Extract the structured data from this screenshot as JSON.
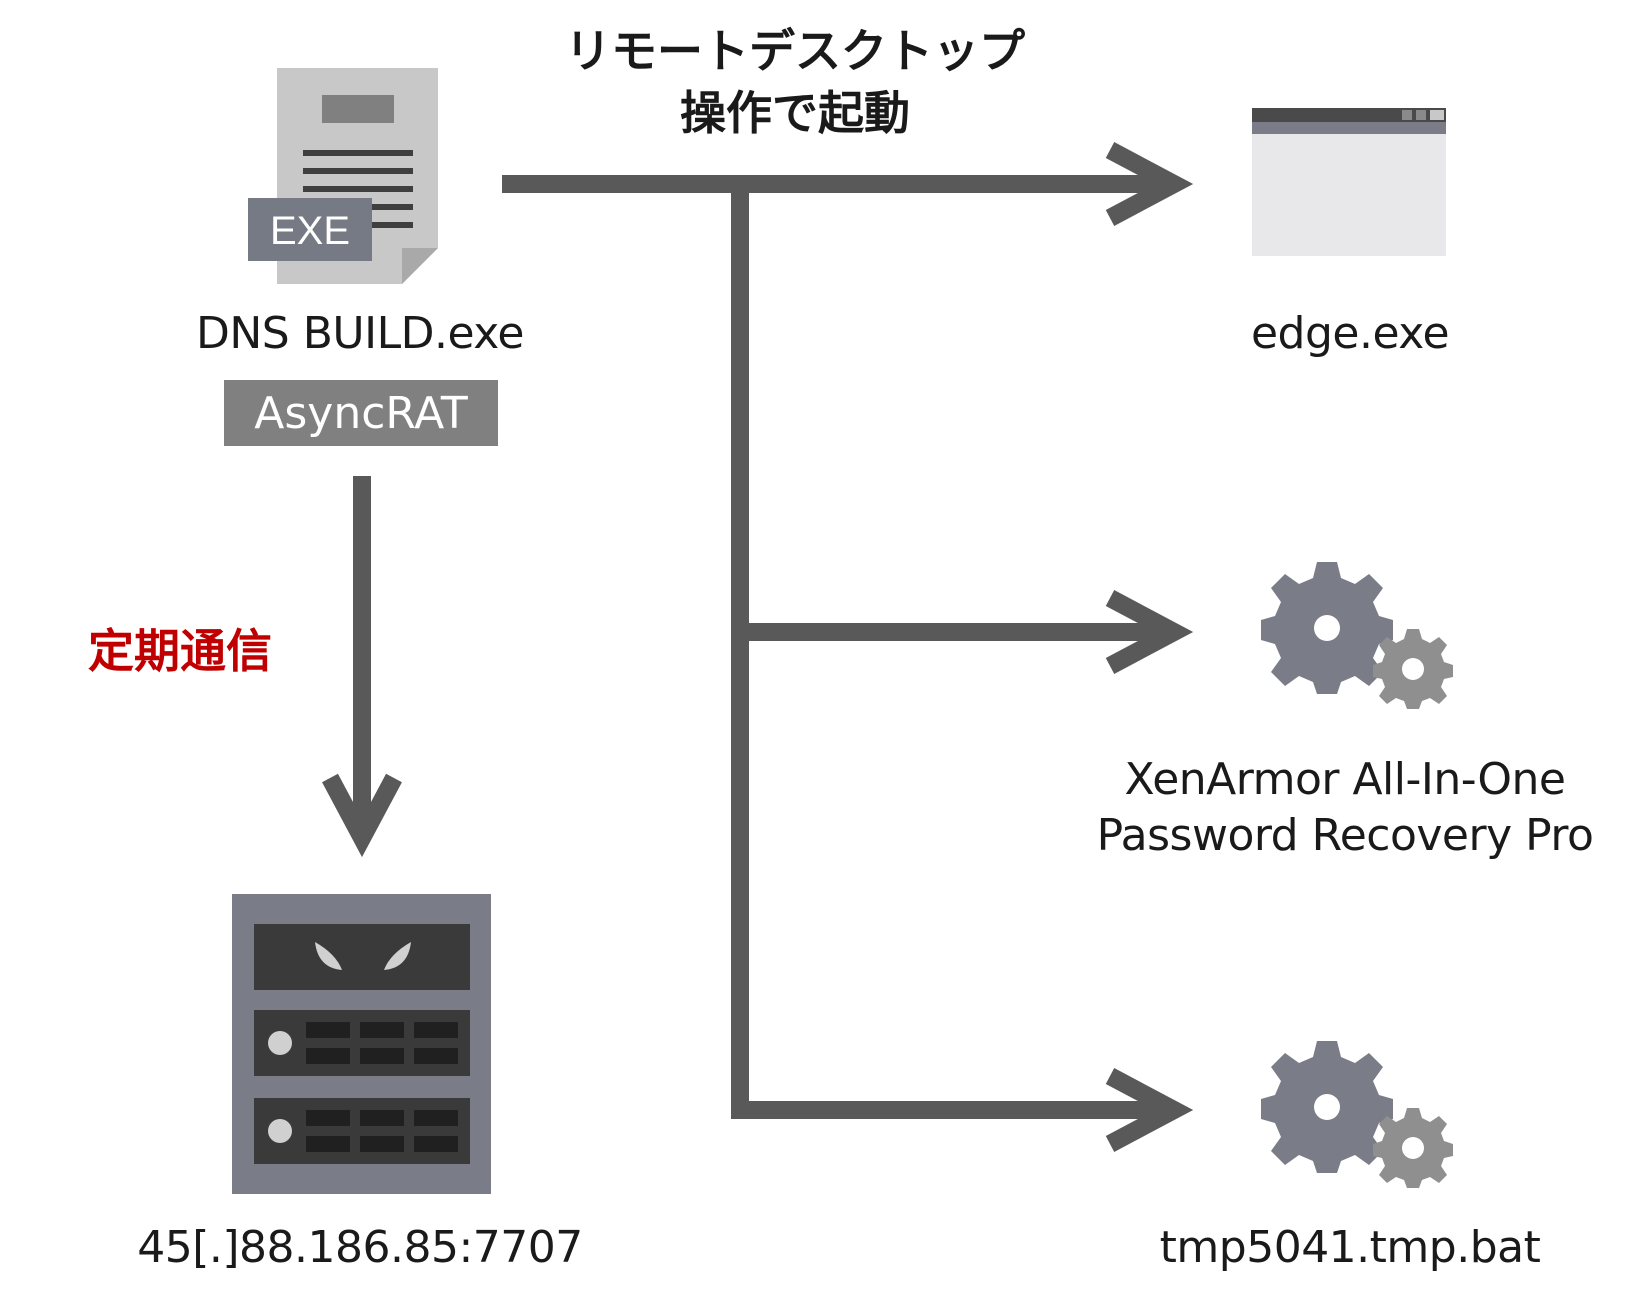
{
  "source": {
    "file_badge": "EXE",
    "name": "DNS BUILD.exe",
    "malware_family": "AsyncRAT"
  },
  "connection_label": "定期通信",
  "c2_server": {
    "address": "45[.]88.186.85:7707"
  },
  "launch_label": {
    "line1": "リモートデスクトップ",
    "line2": "操作で起動"
  },
  "targets": [
    {
      "name": "edge.exe",
      "icon": "browser-window-icon"
    },
    {
      "name_line1": "XenArmor All-In-One",
      "name_line2": "Password Recovery Pro",
      "icon": "gears-icon"
    },
    {
      "name": "tmp5041.tmp.bat",
      "icon": "gears-icon"
    }
  ],
  "colors": {
    "arrow": "#595959",
    "accent_red": "#c00000",
    "badge_gray": "#808080",
    "gear_dark": "#7a7d87",
    "gear_light": "#8f8f8f",
    "server_body": "#7a7d87",
    "server_panel": "#3a3a3a"
  }
}
